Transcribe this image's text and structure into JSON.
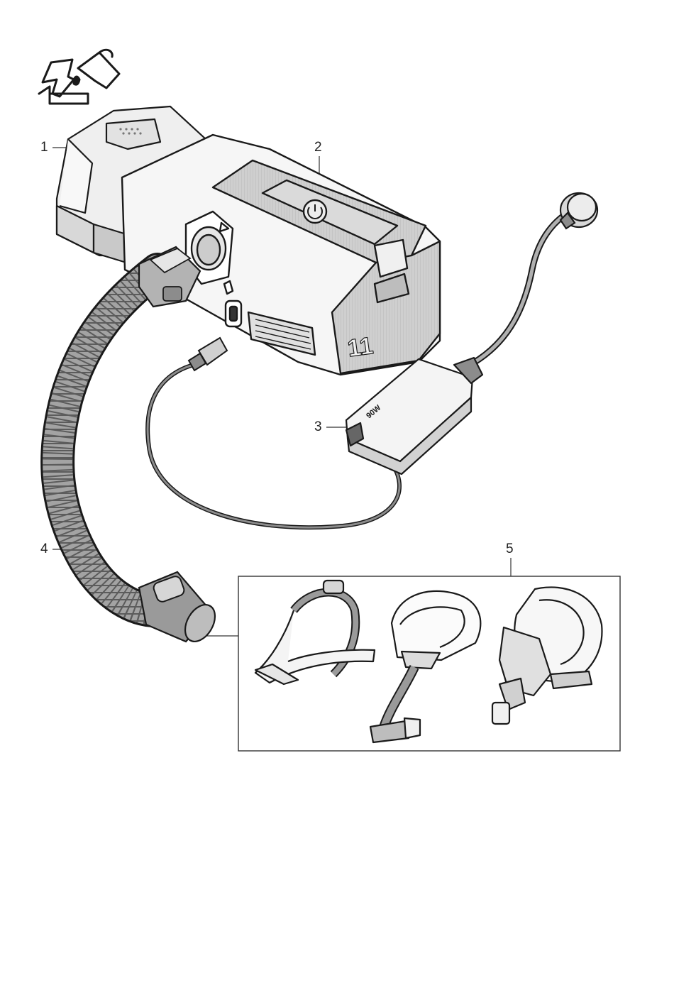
{
  "figure": {
    "callouts": [
      {
        "number": "1",
        "part": "humidifier-tub"
      },
      {
        "number": "2",
        "part": "device"
      },
      {
        "number": "3",
        "part": "power-supply"
      },
      {
        "number": "4",
        "part": "air-tubing"
      },
      {
        "number": "5",
        "part": "masks"
      }
    ],
    "device_badge": "11",
    "psu_label": "90W",
    "colors": {
      "line": "#1a1a1a",
      "body_white": "#f6f6f6",
      "panel_gray": "#c9c9c9",
      "dark_gray": "#8c8c8c",
      "tub_fill": "#eeeeee",
      "tube_fill": "#9a9a9a"
    },
    "icons": [
      "pour-water-icon",
      "power-icon",
      "airway-icon"
    ]
  }
}
